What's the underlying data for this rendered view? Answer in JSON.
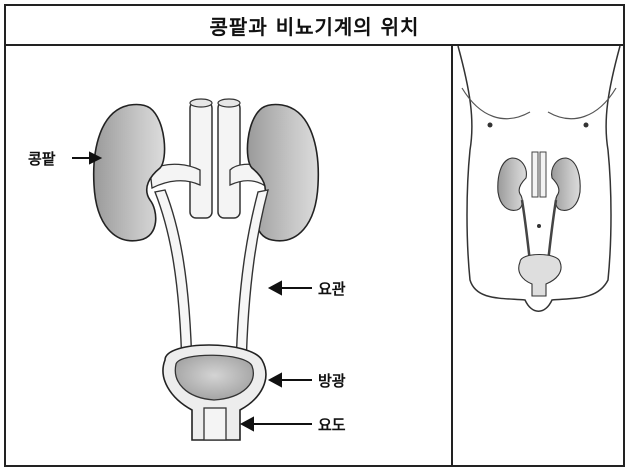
{
  "title": "콩팥과 비뇨기계의 위치",
  "labels": {
    "kidney": "콩팥",
    "ureter": "요관",
    "bladder": "방광",
    "urethra": "요도"
  }
}
